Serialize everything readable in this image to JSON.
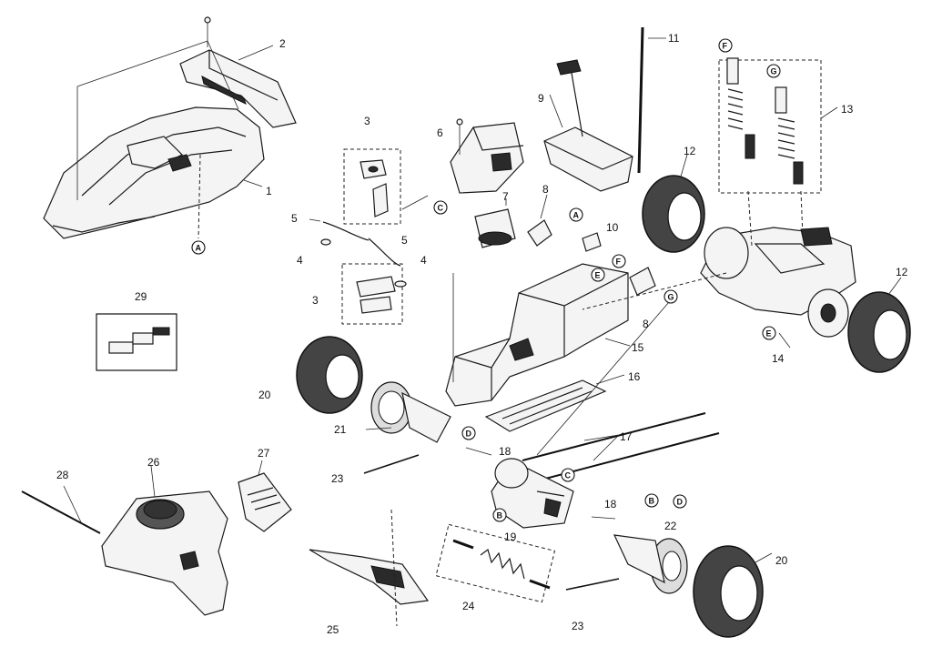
{
  "callouts": {
    "n1": "1",
    "n2": "2",
    "n3a": "3",
    "n3b": "3",
    "n4a": "4",
    "n4b": "4",
    "n5a": "5",
    "n5b": "5",
    "n6": "6",
    "n7": "7",
    "n8a": "8",
    "n8b": "8",
    "n9": "9",
    "n10": "10",
    "n11": "11",
    "n12a": "12",
    "n12b": "12",
    "n13": "13",
    "n14": "14",
    "n15": "15",
    "n16": "16",
    "n17": "17",
    "n18a": "18",
    "n18b": "18",
    "n19": "19",
    "n20a": "20",
    "n20b": "20",
    "n21": "21",
    "n22": "22",
    "n23a": "23",
    "n23b": "23",
    "n24": "24",
    "n25": "25",
    "n26": "26",
    "n27": "27",
    "n28": "28",
    "n29": "29"
  },
  "letters": {
    "A1": "A",
    "A2": "A",
    "B1": "B",
    "B2": "B",
    "C1": "C",
    "C2": "C",
    "D1": "D",
    "D2": "D",
    "E1": "E",
    "E2": "E",
    "F1": "F",
    "F2": "F",
    "G1": "G",
    "G2": "G"
  }
}
